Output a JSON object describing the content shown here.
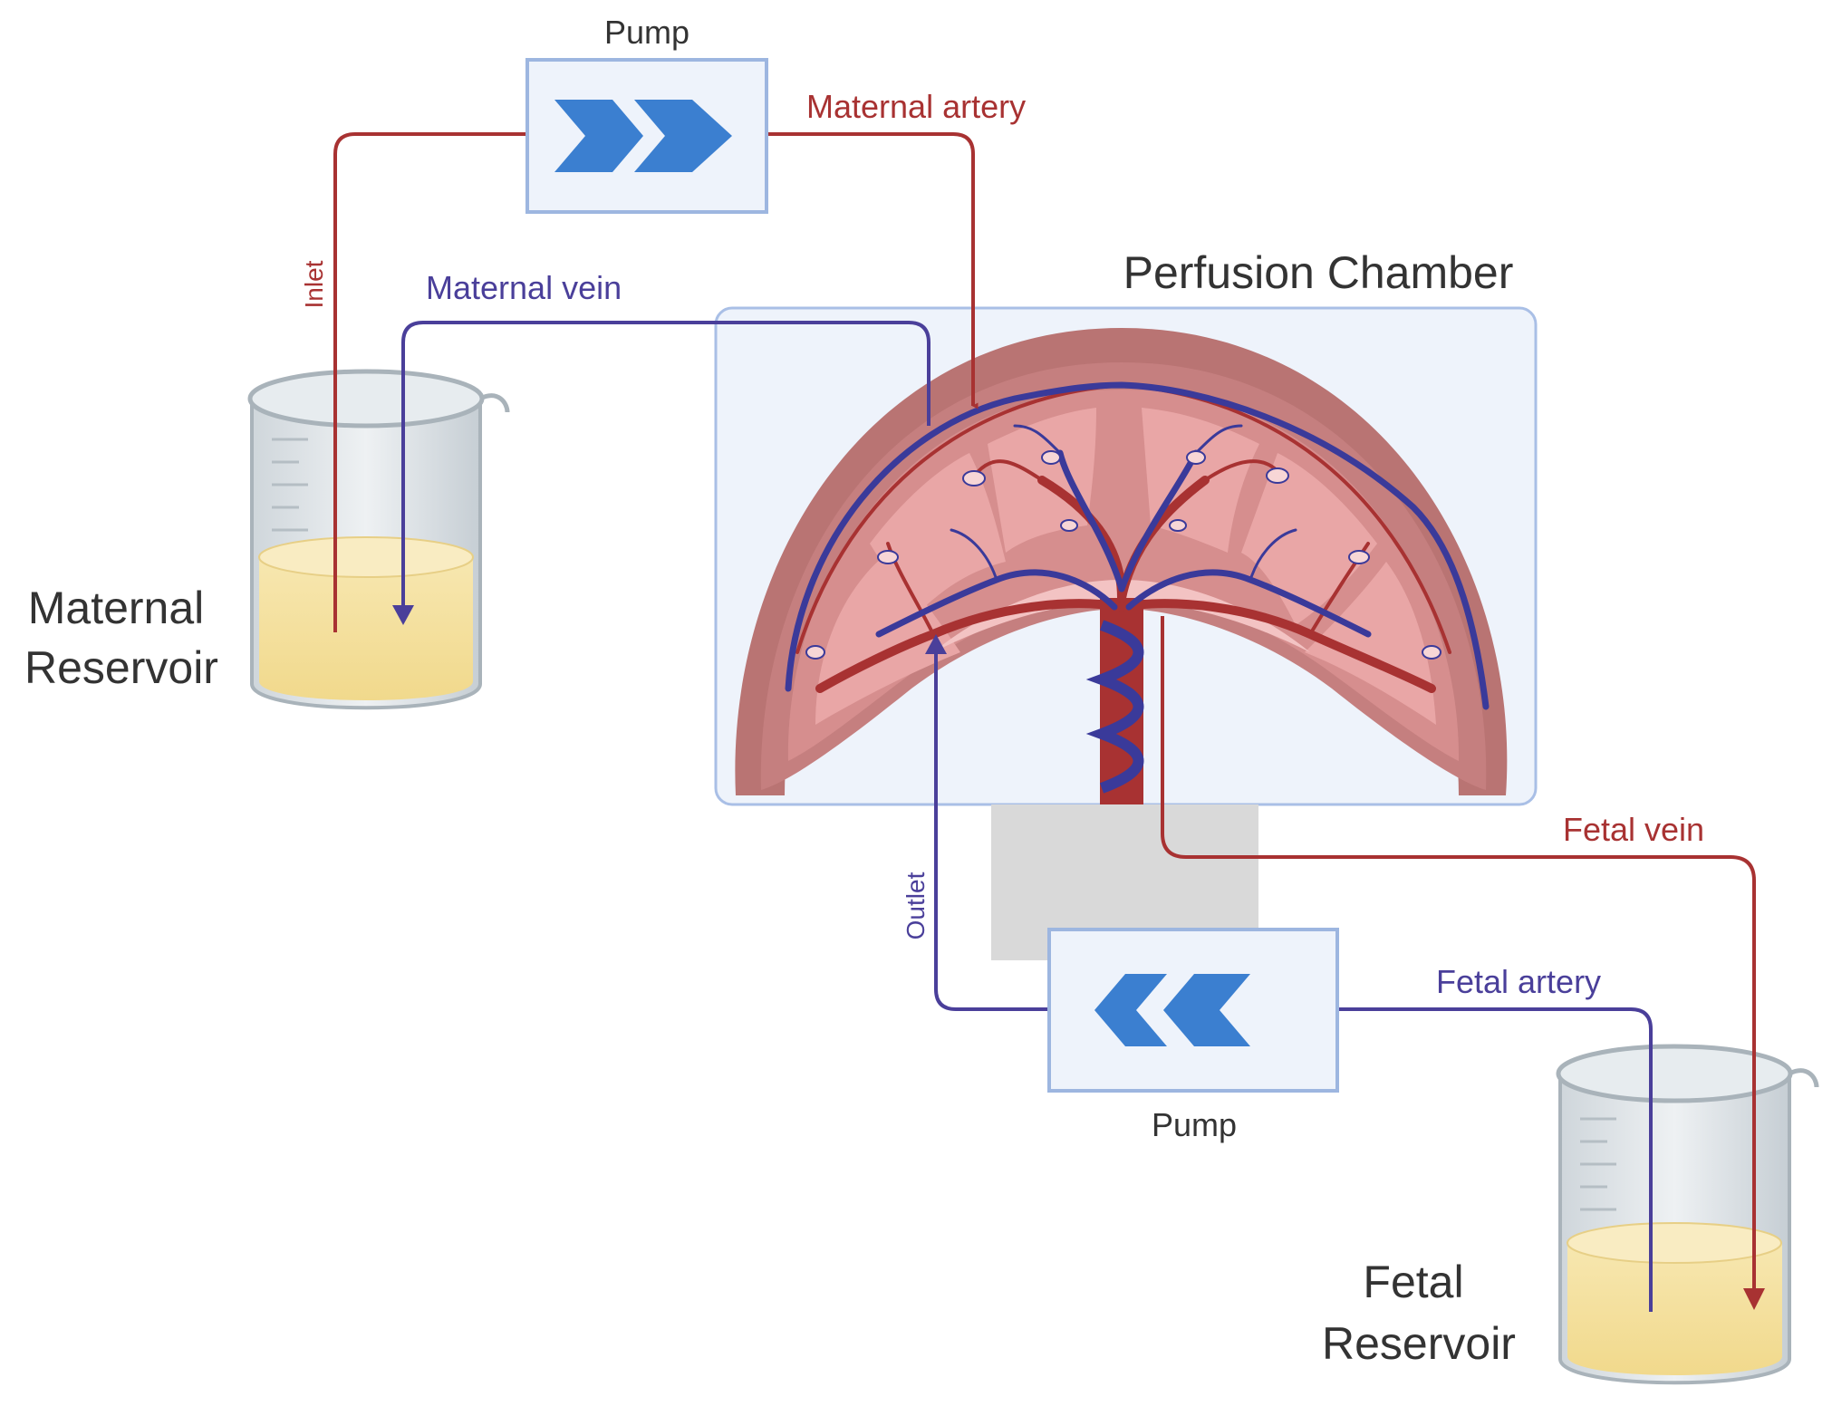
{
  "labels": {
    "pump_top": "Pump",
    "pump_bottom": "Pump",
    "maternal_artery": "Maternal artery",
    "maternal_vein": "Maternal vein",
    "fetal_vein": "Fetal vein",
    "fetal_artery": "Fetal artery",
    "inlet": "Inlet",
    "outlet": "Outlet",
    "perfusion_chamber": "Perfusion Chamber",
    "maternal_reservoir_line1": "Maternal",
    "maternal_reservoir_line2": "Reservoir",
    "fetal_reservoir_line1": "Fetal",
    "fetal_reservoir_line2": "Reservoir"
  },
  "colors": {
    "maternal_artery_line": "#a83232",
    "maternal_vein_line": "#4a3f9a",
    "pump_arrows": "#3b7fd0",
    "pump_box_border": "#9db6e0",
    "pump_box_fill": "#eef3fb",
    "chamber_fill": "#eef3fb",
    "chamber_border": "#a9bfe6",
    "reservoir_fluid": "#f5e3a6",
    "placenta_outer": "#b97473",
    "placenta_tissue": "#d9898a",
    "placenta_light": "#eeb1b1"
  },
  "icons": {
    "pump_top_arrows": "double-chevron-right-icon",
    "pump_bottom_arrows": "double-chevron-left-icon",
    "maternal_beaker": "beaker-icon",
    "fetal_beaker": "beaker-icon",
    "placenta": "placenta-cross-section-icon"
  }
}
